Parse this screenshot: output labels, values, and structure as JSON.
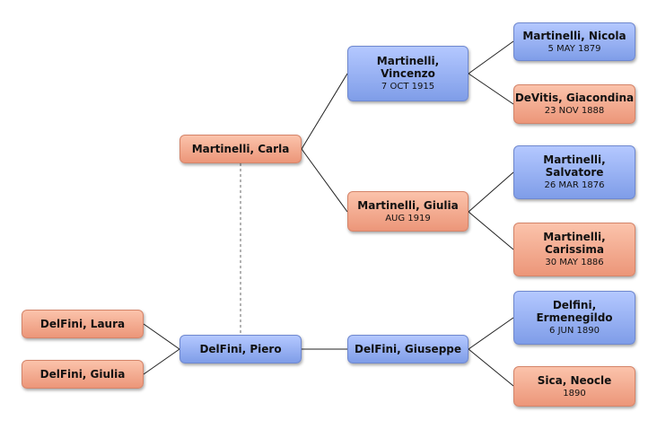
{
  "people": {
    "carla": {
      "name": "Martinelli, Carla",
      "date": ""
    },
    "vincenzo": {
      "name_line1": "Martinelli,",
      "name_line2": "Vincenzo",
      "date": "7 OCT 1915"
    },
    "nicola": {
      "name": "Martinelli, Nicola",
      "date": "5 MAY 1879"
    },
    "giacondina": {
      "name": "DeVitis, Giacondina",
      "date": "23 NOV 1888"
    },
    "giulia_m": {
      "name": "Martinelli, Giulia",
      "date": "AUG 1919"
    },
    "salvatore": {
      "name_line1": "Martinelli,",
      "name_line2": "Salvatore",
      "date": "26 MAR 1876"
    },
    "carissima": {
      "name_line1": "Martinelli,",
      "name_line2": "Carissima",
      "date": "30 MAY 1886"
    },
    "laura": {
      "name": "DelFini, Laura",
      "date": ""
    },
    "giulia_d": {
      "name": "DelFini, Giulia",
      "date": ""
    },
    "piero": {
      "name": "DelFini, Piero",
      "date": ""
    },
    "giuseppe": {
      "name": "DelFini, Giuseppe",
      "date": ""
    },
    "ermenegildo": {
      "name_line1": "Delfini,",
      "name_line2": "Ermenegildo",
      "date": "6 JUN 1890"
    },
    "neocle": {
      "name": "Sica, Neocle",
      "date": "1890"
    }
  },
  "colors": {
    "male": "#8fa9f0",
    "female": "#f3a78b",
    "line": "#222222",
    "spouse_line": "#666666"
  }
}
